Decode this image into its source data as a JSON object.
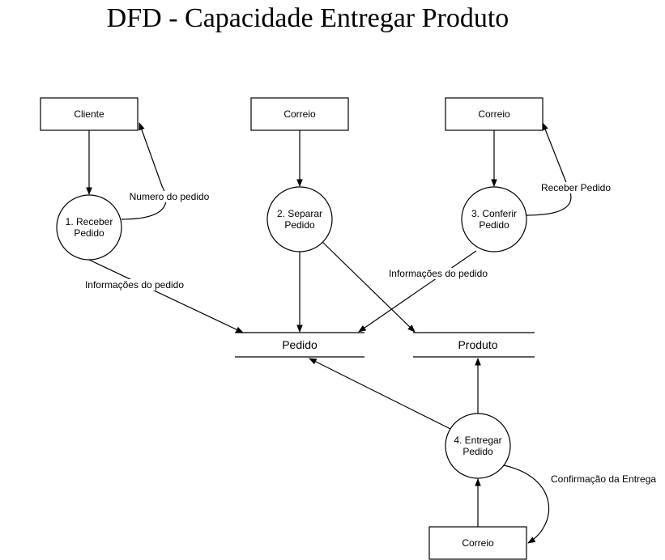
{
  "title": "DFD - Capacidade Entregar Produto",
  "entities": {
    "cliente": "Cliente",
    "correio_separar": "Correio",
    "correio_conferir": "Correio",
    "correio_entregar": "Correio"
  },
  "processes": {
    "receber": [
      "1. Receber",
      "Pedido"
    ],
    "separar": [
      "2. Separar",
      "Pedido"
    ],
    "conferir": [
      "3. Conferir",
      "Pedido"
    ],
    "entregar": [
      "4. Entregar",
      "Pedido"
    ]
  },
  "stores": {
    "pedido": "Pedido",
    "produto": "Produto"
  },
  "flows": {
    "numero_pedido": "Numero do pedido",
    "info_pedido_1": "Informações do pedido",
    "info_pedido_3": "Informações do pedido",
    "receber_pedido": "Receber Pedido",
    "confirmacao_entrega": "Confirmação da Entrega"
  }
}
